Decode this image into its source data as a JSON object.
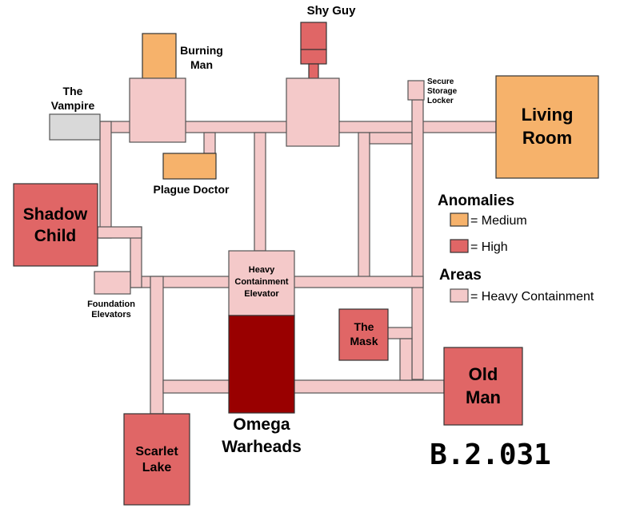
{
  "colors": {
    "heavy_containment": "#f4c9c9",
    "high": "#e06666",
    "medium": "#f6b26b",
    "neutral": "#d9d9d9",
    "warhead": "#990000"
  },
  "map": {
    "code": "B.2.031",
    "rooms": {
      "shy_guy": "Shy Guy",
      "burning_man": [
        "Burning",
        "Man"
      ],
      "the_vampire": [
        "The",
        "Vampire"
      ],
      "plague_doctor": "Plague Doctor",
      "shadow_child": [
        "Shadow",
        "Child"
      ],
      "foundation_elevators": [
        "Foundation",
        "Elevators"
      ],
      "heavy_containment_elevator": [
        "Heavy",
        "Containment",
        "Elevator"
      ],
      "omega_warheads": [
        "Omega",
        "Warheads"
      ],
      "scarlet_lake": [
        "Scarlet",
        "Lake"
      ],
      "the_mask": [
        "The",
        "Mask"
      ],
      "old_man": [
        "Old",
        "Man"
      ],
      "secure_storage_locker": [
        "Secure",
        "Storage",
        "Locker"
      ],
      "living_room": [
        "Living",
        "Room"
      ]
    }
  },
  "legend": {
    "anomalies_title": "Anomalies",
    "medium": "= Medium",
    "high": "= High",
    "areas_title": "Areas",
    "heavy_containment": "= Heavy Containment"
  }
}
